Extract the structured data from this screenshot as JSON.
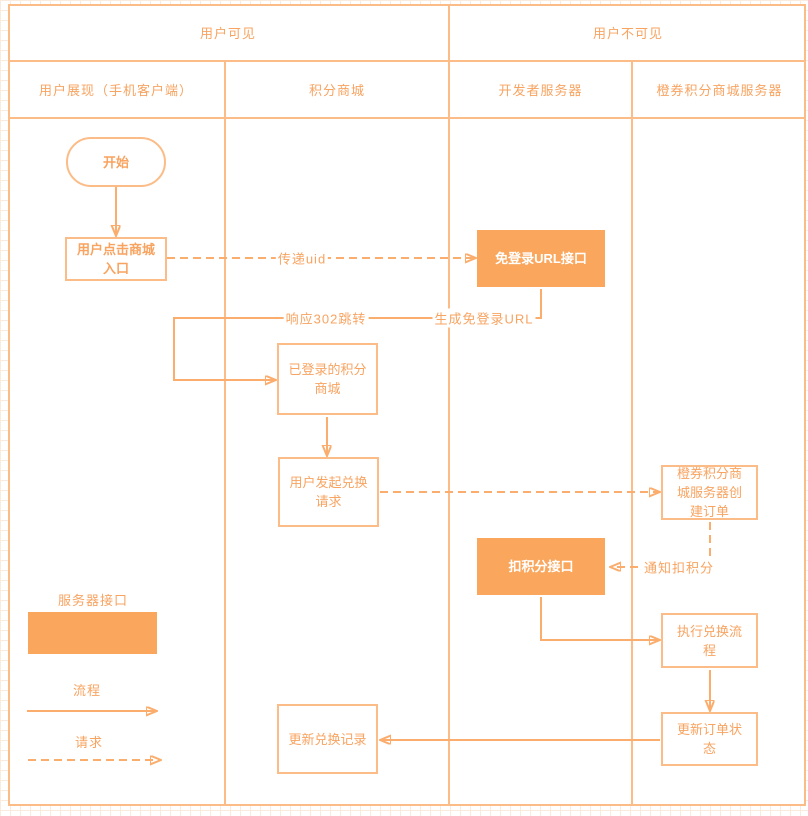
{
  "diagram": {
    "groups": [
      {
        "label": "用户可见"
      },
      {
        "label": "用户不可见"
      }
    ],
    "lanes": [
      {
        "label": "用户展现（手机客户端）"
      },
      {
        "label": "积分商城"
      },
      {
        "label": "开发者服务器"
      },
      {
        "label": "橙券积分商城服务器"
      }
    ],
    "nodes": {
      "start": {
        "label": "开始"
      },
      "click_entry": {
        "label": "用户点击商城入口"
      },
      "sso_url_api": {
        "label": "免登录URL接口"
      },
      "logged_in_mall": {
        "label": "已登录的积分商城"
      },
      "redeem_request": {
        "label": "用户发起兑换请求"
      },
      "create_order": {
        "label": "橙券积分商城服务器创建订单"
      },
      "deduct_api": {
        "label": "扣积分接口"
      },
      "execute_redeem": {
        "label": "执行兑换流程"
      },
      "update_order": {
        "label": "更新订单状态"
      },
      "update_record": {
        "label": "更新兑换记录"
      }
    },
    "edge_labels": {
      "pass_uid": "传递uid",
      "redirect_302": "响应302跳转",
      "generate_sso_url": "生成免登录URL",
      "notify_deduct": "通知扣积分"
    },
    "legend": {
      "server_api": "服务器接口",
      "flow": "流程",
      "request": "请求"
    },
    "colors": {
      "fill_orange": "#FAA75D",
      "border_orange": "#FBBC87",
      "line_orange": "#FAAD6D",
      "arrow_orange": "#F89F58",
      "text_orange": "#F8A360"
    }
  }
}
